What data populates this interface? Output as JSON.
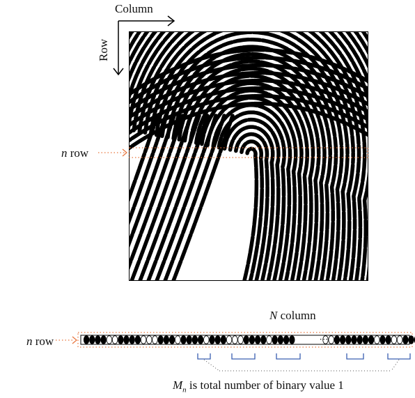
{
  "labels": {
    "column": "Column",
    "row": "Row",
    "n_row_var": "n",
    "n_row_text": " row",
    "n_column_var": "N",
    "n_column_text": " column",
    "caption_var": "M",
    "caption_sub": "n",
    "caption_text": " is total number of binary value 1",
    "ellipsis": "···"
  },
  "colors": {
    "arrow": "#000000",
    "dotted_guide": "#e8743b",
    "brace": "#3a5fb0",
    "cell_fill": "#000000",
    "cell_empty": "#ffffff"
  },
  "binary_sequence": [
    1,
    1,
    1,
    1,
    0,
    0,
    1,
    1,
    1,
    1,
    0,
    0,
    0,
    1,
    1,
    1,
    0,
    1,
    1,
    1,
    1,
    0,
    1,
    1,
    1,
    0,
    0,
    0,
    1,
    1,
    1,
    1,
    0,
    1,
    1,
    1,
    1,
    0,
    0,
    1,
    1,
    1,
    1,
    1,
    1,
    1,
    0,
    1,
    1,
    0,
    0,
    1,
    1,
    1,
    1,
    1
  ],
  "ellipsis_after_index": 37
}
